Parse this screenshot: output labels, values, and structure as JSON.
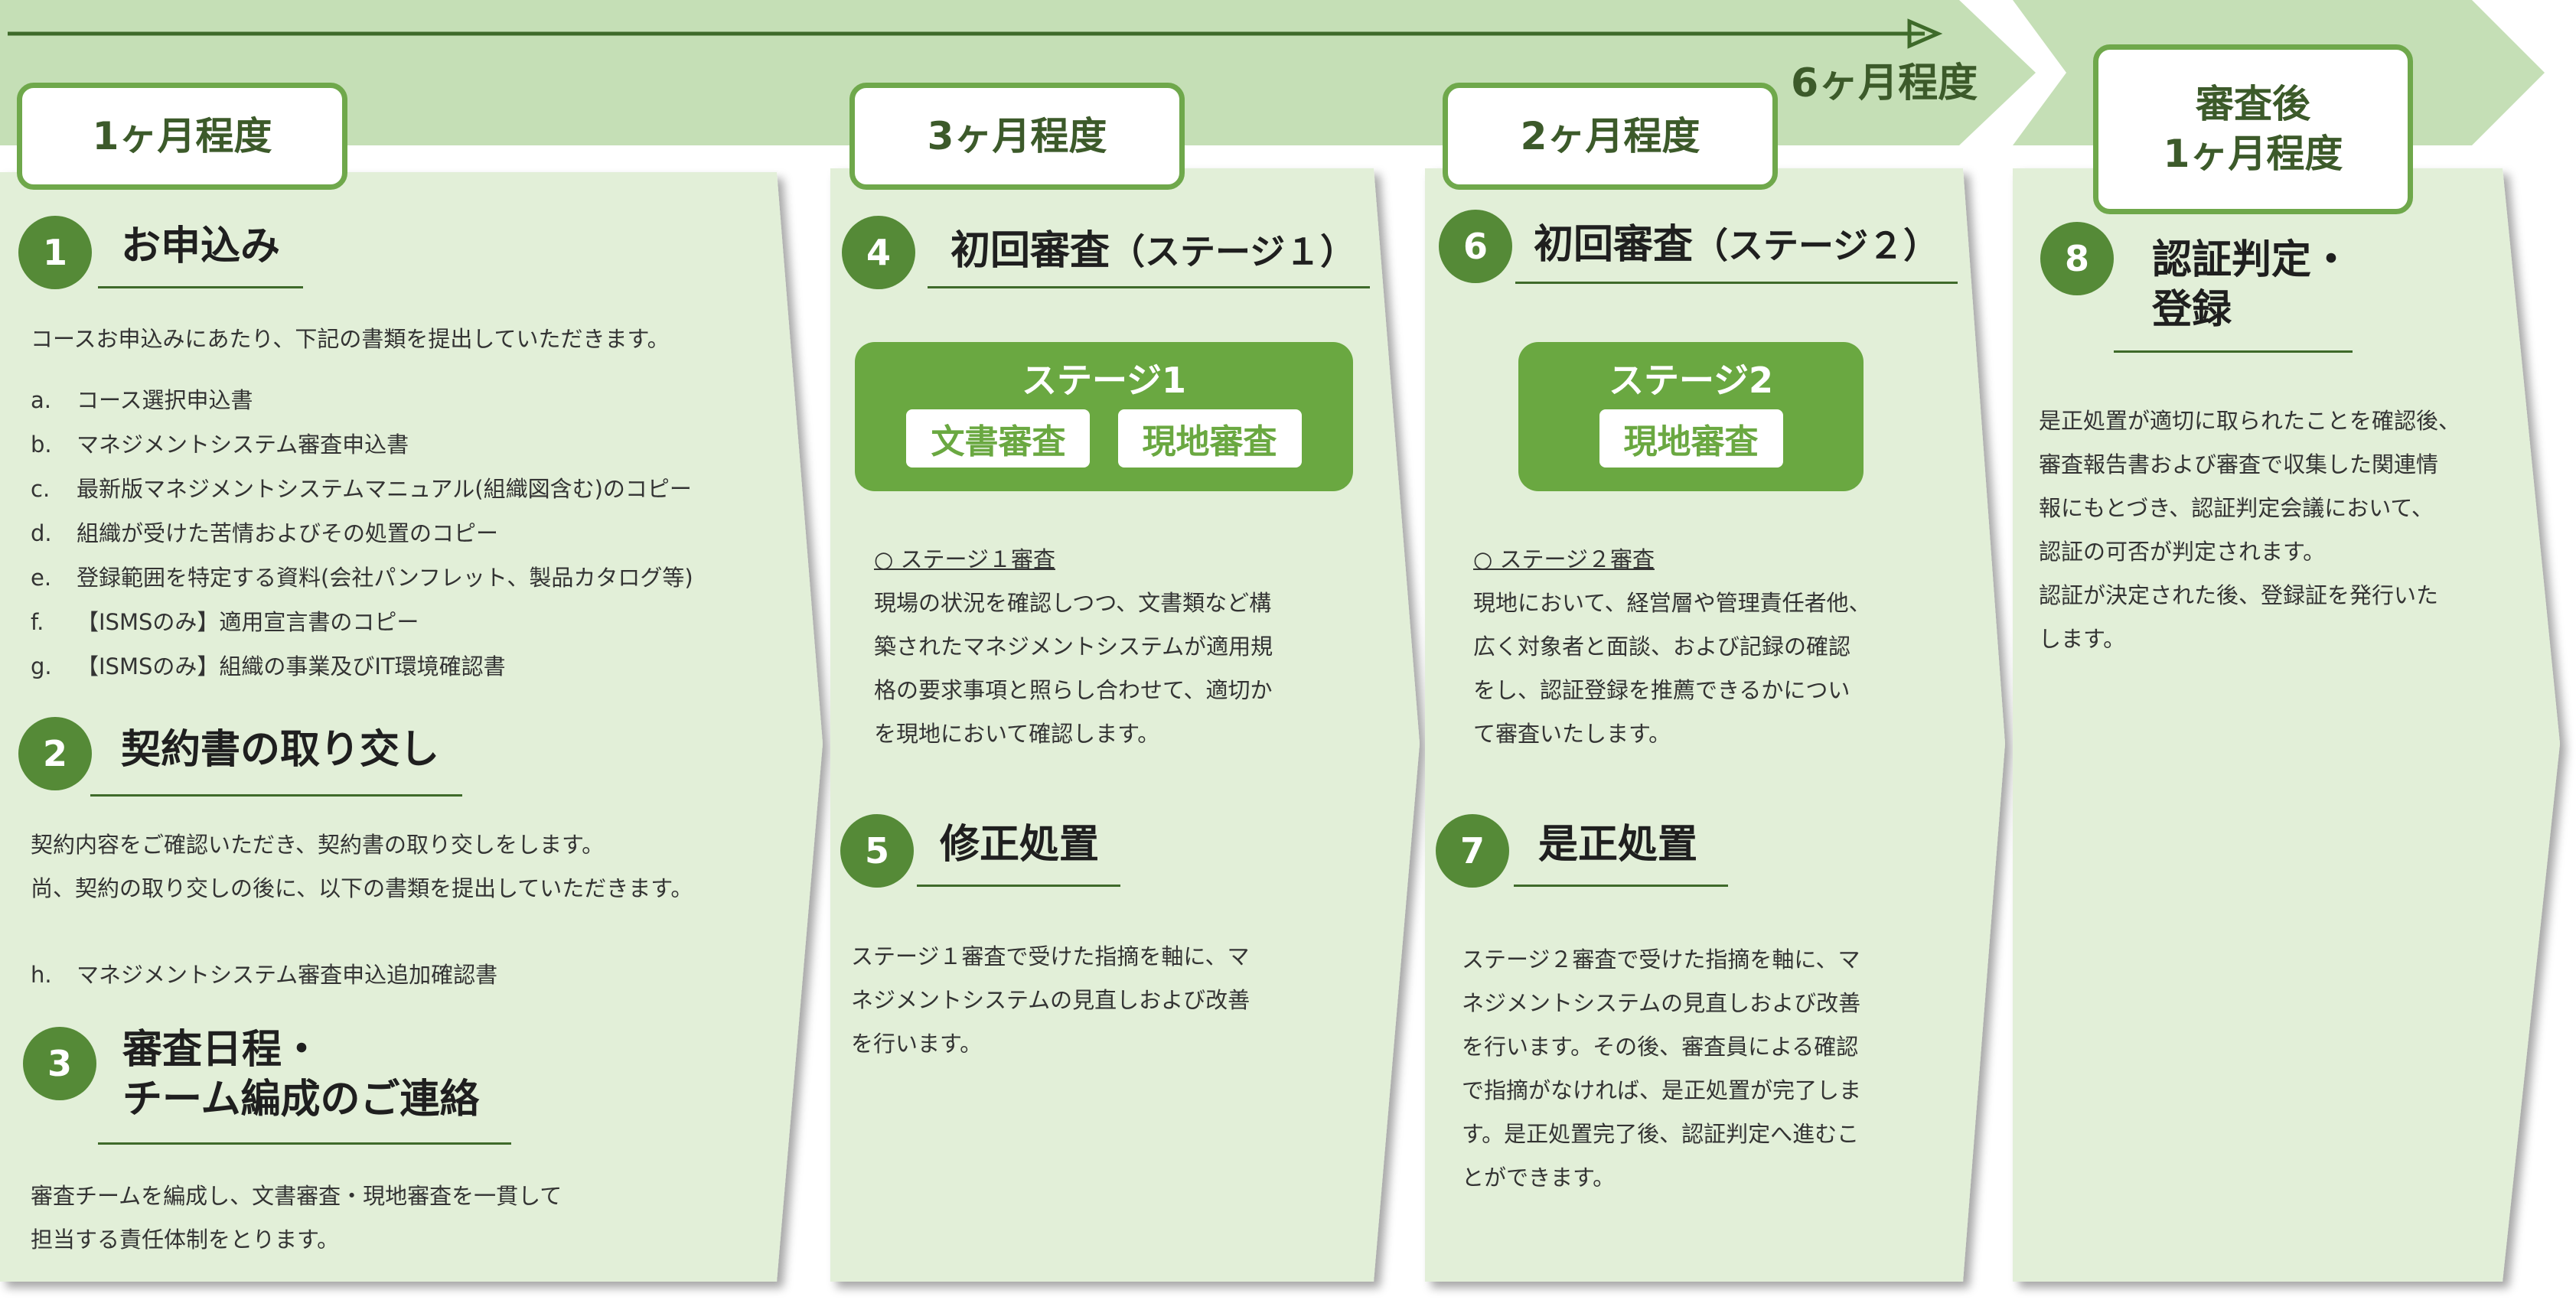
{
  "timeline": {
    "total_label": "6ヶ月程度",
    "periods": [
      "1ヶ月程度",
      "3ヶ月程度",
      "2ヶ月程度"
    ],
    "after_line1": "審査後",
    "after_line2": "1ヶ月程度"
  },
  "steps": [
    {
      "num": "1",
      "title": "お申込み",
      "intro": "コースお申込みにあたり、下記の書類を提出していただきます。",
      "items": [
        {
          "k": "a.",
          "t": "コース選択申込書"
        },
        {
          "k": "b.",
          "t": "マネジメントシステム審査申込書"
        },
        {
          "k": "c.",
          "t": "最新版マネジメントシステムマニュアル(組織図含む)のコピー"
        },
        {
          "k": "d.",
          "t": "組織が受けた苦情およびその処置のコピー"
        },
        {
          "k": "e.",
          "t": "登録範囲を特定する資料(会社パンフレット、製品カタログ等)"
        },
        {
          "k": "f.",
          "t": "【ISMSのみ】適用宣言書のコピー"
        },
        {
          "k": "g.",
          "t": "【ISMSのみ】組織の事業及びIT環境確認書"
        }
      ]
    },
    {
      "num": "2",
      "title": "契約書の取り交し",
      "text1": "契約内容をご確認いただき、契約書の取り交しをします。",
      "text2": "尚、契約の取り交しの後に、以下の書類を提出していただきます。",
      "item": {
        "k": "h.",
        "t": "マネジメントシステム審査申込追加確認書"
      }
    },
    {
      "num": "3",
      "title1": "審査日程・",
      "title2": "チーム編成のご連絡",
      "text1": "審査チームを編成し、文書審査・現地審査を一貫して",
      "text2": "担当する責任体制をとります。"
    },
    {
      "num": "4",
      "title": "初回審査",
      "title_sub": "（ステージ１）",
      "box_title": "ステージ1",
      "chips": [
        "文書審査",
        "現地審査"
      ],
      "note_title": "○ ステージ１審査",
      "lines": [
        "現場の状況を確認しつつ、文書類など構",
        "築されたマネジメントシステムが適用規",
        "格の要求事項と照らし合わせて、適切か",
        "を現地において確認します。"
      ]
    },
    {
      "num": "5",
      "title": "修正処置",
      "lines": [
        "ステージ１審査で受けた指摘を軸に、マ",
        "ネジメントシステムの見直しおよび改善",
        "を行います。"
      ]
    },
    {
      "num": "6",
      "title": "初回審査",
      "title_sub": "（ステージ２）",
      "box_title": "ステージ2",
      "chips": [
        "現地審査"
      ],
      "note_title": "○ ステージ２審査",
      "lines": [
        "現地において、経営層や管理責任者他、",
        "広く対象者と面談、および記録の確認",
        "をし、認証登録を推薦できるかについ",
        "て審査いたします。"
      ]
    },
    {
      "num": "7",
      "title": "是正処置",
      "lines": [
        "ステージ２審査で受けた指摘を軸に、マ",
        "ネジメントシステムの見直しおよび改善",
        "を行います。その後、審査員による確認",
        "で指摘がなければ、是正処置が完了しま",
        "す。是正処置完了後、認証判定へ進むこ",
        "とができます。"
      ]
    },
    {
      "num": "8",
      "title1": "認証判定・",
      "title2": "登録",
      "lines": [
        "是正処置が適切に取られたことを確認後、",
        "審査報告書および審査で収集した関連情",
        "報にもとづき、認証判定会議において、",
        "認証の可否が判定されます。",
        "認証が決定された後、登録証を発行いた",
        "します。"
      ]
    }
  ]
}
